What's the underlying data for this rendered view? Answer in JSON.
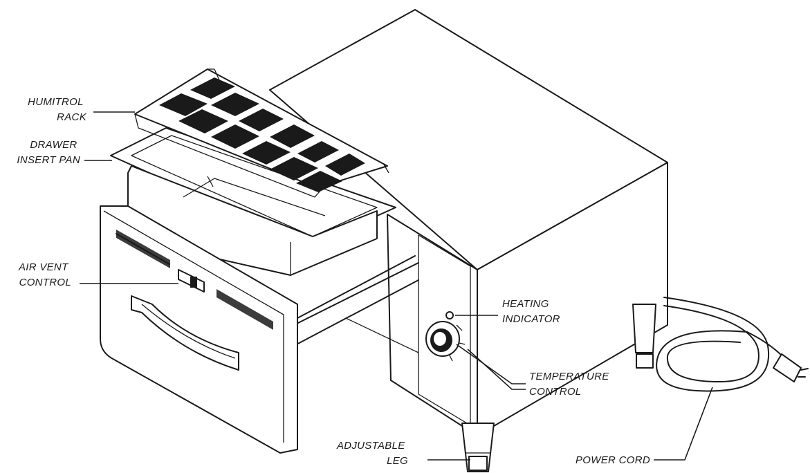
{
  "labels": {
    "humitrol_rack": [
      "HUMITROL",
      "RACK"
    ],
    "drawer_insert_pan": [
      "DRAWER",
      "INSERT PAN"
    ],
    "air_vent_control": [
      "AIR VENT",
      "CONTROL"
    ],
    "heating_indicator": [
      "HEATING",
      "INDICATOR"
    ],
    "temperature_control": [
      "TEMPERATURE",
      "CONTROL"
    ],
    "adjustable_leg": [
      "ADJUSTABLE",
      "LEG"
    ],
    "power_cord": [
      "POWER CORD"
    ]
  }
}
